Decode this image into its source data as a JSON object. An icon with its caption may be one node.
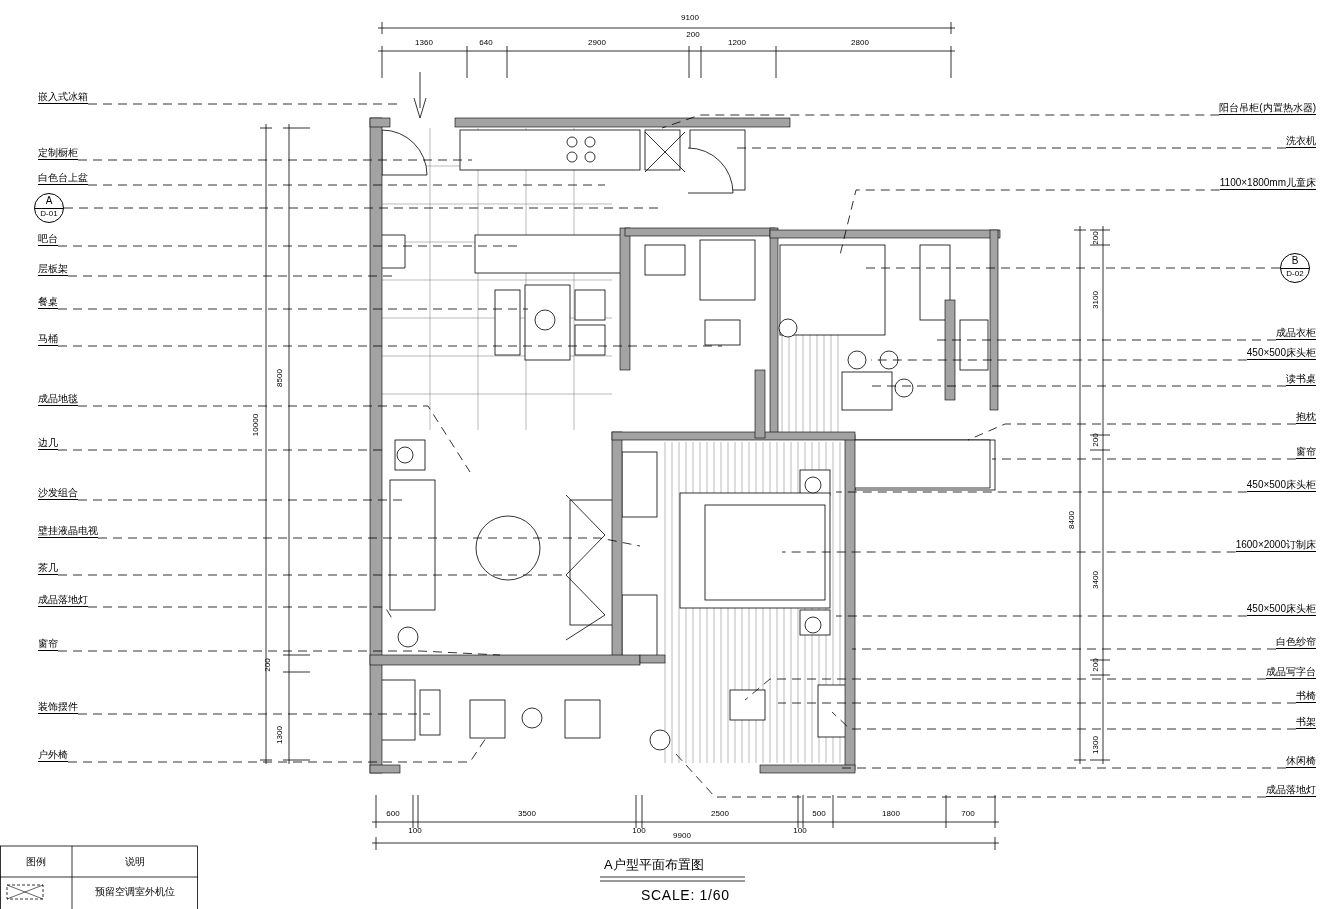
{
  "diagram": {
    "title": "A户型平面布置图",
    "caption": "SCALE: 1/60",
    "nodes": [
      {
        "text": [
          "嵌入式冰箱"
        ]
      },
      {
        "text": [
          "定制橱柜"
        ]
      },
      {
        "text": [
          "白色台上盆"
        ]
      },
      {
        "text": [
          "A",
          "D-01"
        ]
      },
      {
        "text": [
          "吧台"
        ]
      },
      {
        "text": [
          "层板架"
        ]
      },
      {
        "text": [
          "餐桌"
        ]
      },
      {
        "text": [
          "马桶"
        ]
      },
      {
        "text": [
          "成品地毯"
        ]
      },
      {
        "text": [
          "边几"
        ]
      },
      {
        "text": [
          "沙发组合"
        ]
      },
      {
        "text": [
          "壁挂液晶电视"
        ]
      },
      {
        "text": [
          "茶几"
        ]
      },
      {
        "text": [
          "成品落地灯"
        ]
      },
      {
        "text": [
          "窗帘"
        ]
      },
      {
        "text": [
          "装饰摆件"
        ]
      },
      {
        "text": [
          "户外椅"
        ]
      },
      {
        "text": [
          "阳台吊柜(内置热水器)"
        ]
      },
      {
        "text": [
          "洗衣机"
        ]
      },
      {
        "text": [
          "1100×1800mm儿童床"
        ]
      },
      {
        "text": [
          "B",
          "D-02"
        ]
      },
      {
        "text": [
          "成品衣柜"
        ]
      },
      {
        "text": [
          "450×500床头柜"
        ]
      },
      {
        "text": [
          "读书桌"
        ]
      },
      {
        "text": [
          "抱枕"
        ]
      },
      {
        "text": [
          "窗帘"
        ]
      },
      {
        "text": [
          "450×500床头柜"
        ]
      },
      {
        "text": [
          "1600×2000订制床"
        ]
      },
      {
        "text": [
          "450×500床头柜"
        ]
      },
      {
        "text": [
          "白色纱帘"
        ]
      },
      {
        "text": [
          "成品写字台"
        ]
      },
      {
        "text": [
          "书椅"
        ]
      },
      {
        "text": [
          "书架"
        ]
      },
      {
        "text": [
          "休闲椅"
        ]
      },
      {
        "text": [
          "成品落地灯"
        ]
      }
    ],
    "edges": [
      {
        "from": 0,
        "to": null,
        "arrow": "none",
        "style": "dashed"
      },
      {
        "from": 1,
        "to": null,
        "arrow": "none",
        "style": "dashed"
      },
      {
        "from": 2,
        "to": null,
        "arrow": "none",
        "style": "dashed"
      },
      {
        "from": 3,
        "to": null,
        "arrow": "none",
        "style": "dashed"
      },
      {
        "from": 4,
        "to": null,
        "arrow": "none",
        "style": "dashed"
      },
      {
        "from": 5,
        "to": null,
        "arrow": "none",
        "style": "dashed"
      },
      {
        "from": 6,
        "to": null,
        "arrow": "none",
        "style": "dashed"
      },
      {
        "from": 7,
        "to": null,
        "arrow": "none",
        "style": "dashed"
      },
      {
        "from": 8,
        "to": null,
        "arrow": "none",
        "style": "dashed"
      },
      {
        "from": 9,
        "to": null,
        "arrow": "none",
        "style": "dashed"
      },
      {
        "from": 10,
        "to": null,
        "arrow": "none",
        "style": "dashed"
      },
      {
        "from": 11,
        "to": null,
        "arrow": "none",
        "style": "dashed"
      },
      {
        "from": 12,
        "to": null,
        "arrow": "none",
        "style": "dashed"
      },
      {
        "from": 13,
        "to": null,
        "arrow": "none",
        "style": "dashed"
      },
      {
        "from": 14,
        "to": null,
        "arrow": "none",
        "style": "dashed"
      },
      {
        "from": 15,
        "to": null,
        "arrow": "none",
        "style": "dashed"
      },
      {
        "from": 16,
        "to": null,
        "arrow": "none",
        "style": "dashed"
      },
      {
        "from": 17,
        "to": null,
        "arrow": "none",
        "style": "dashed"
      },
      {
        "from": 18,
        "to": null,
        "arrow": "none",
        "style": "dashed"
      },
      {
        "from": 19,
        "to": null,
        "arrow": "none",
        "style": "dashed"
      },
      {
        "from": 20,
        "to": null,
        "arrow": "none",
        "style": "dashed"
      },
      {
        "from": 21,
        "to": null,
        "arrow": "none",
        "style": "dashed"
      },
      {
        "from": 22,
        "to": null,
        "arrow": "none",
        "style": "dashed"
      },
      {
        "from": 23,
        "to": null,
        "arrow": "none",
        "style": "dashed"
      },
      {
        "from": 24,
        "to": null,
        "arrow": "none",
        "style": "dashed"
      },
      {
        "from": 25,
        "to": null,
        "arrow": "none",
        "style": "dashed"
      },
      {
        "from": 26,
        "to": null,
        "arrow": "none",
        "style": "dashed"
      },
      {
        "from": 27,
        "to": null,
        "arrow": "none",
        "style": "dashed"
      },
      {
        "from": 28,
        "to": null,
        "arrow": "none",
        "style": "dashed"
      },
      {
        "from": 29,
        "to": null,
        "arrow": "none",
        "style": "dashed"
      },
      {
        "from": 30,
        "to": null,
        "arrow": "none",
        "style": "dashed"
      },
      {
        "from": 31,
        "to": null,
        "arrow": "none",
        "style": "dashed"
      },
      {
        "from": 32,
        "to": null,
        "arrow": "none",
        "style": "dashed"
      },
      {
        "from": 33,
        "to": null,
        "arrow": "none",
        "style": "dashed"
      },
      {
        "from": 34,
        "to": null,
        "arrow": "none",
        "style": "dashed"
      }
    ],
    "labels": [
      "9100",
      "1360",
      "640",
      "2900",
      "200",
      "1200",
      "2800",
      "8500",
      "10000",
      "200",
      "1300",
      "200",
      "3100",
      "200",
      "8400",
      "3400",
      "200",
      "1300",
      "600",
      "100",
      "3500",
      "100",
      "2500",
      "100",
      "500",
      "1800",
      "700",
      "9900",
      "图例",
      "说明"
    ],
    "legend": [
      {
        "text": "预留空调室外机位"
      }
    ]
  }
}
